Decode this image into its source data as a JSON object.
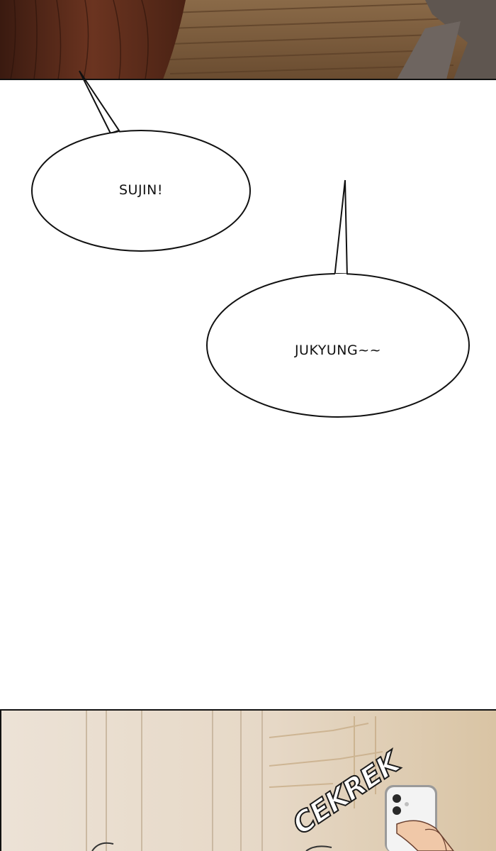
{
  "bubbles": [
    {
      "text": "SUJIN!"
    },
    {
      "text": "JUKYUNG~~"
    }
  ],
  "sound_effect": {
    "text": "CEKREK"
  },
  "panels": {
    "top": {
      "description_colors": {
        "hair": "#5a2a18",
        "floor": "#7a5a3a",
        "rail": "#5f5650"
      }
    },
    "bottom": {
      "description_colors": {
        "wall": "#e8dccd",
        "phone": "#f2f2f2",
        "skin": "#f0c8a8"
      }
    }
  }
}
